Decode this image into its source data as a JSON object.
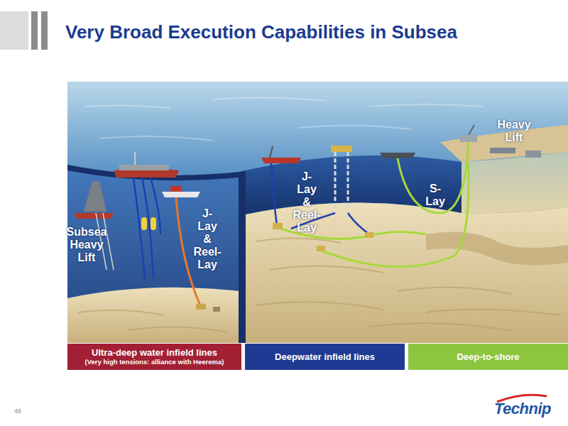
{
  "diagram": {
    "title": "Very Broad Execution Capabilities in Subsea",
    "nodes": [
      {
        "text": [
          "Ultra-deep water infield lines",
          "(Very high tensions: alliance with Heerema)"
        ]
      },
      {
        "text": [
          "Deepwater infield lines"
        ]
      },
      {
        "text": [
          "Deep-to-shore"
        ]
      }
    ],
    "labels": [
      "Subsea Heavy Lift",
      "J-Lay & Reel-Lay",
      "J-Lay & Reel-Lay",
      "S-Lay",
      "Heavy Lift",
      "46",
      "Technip"
    ]
  }
}
